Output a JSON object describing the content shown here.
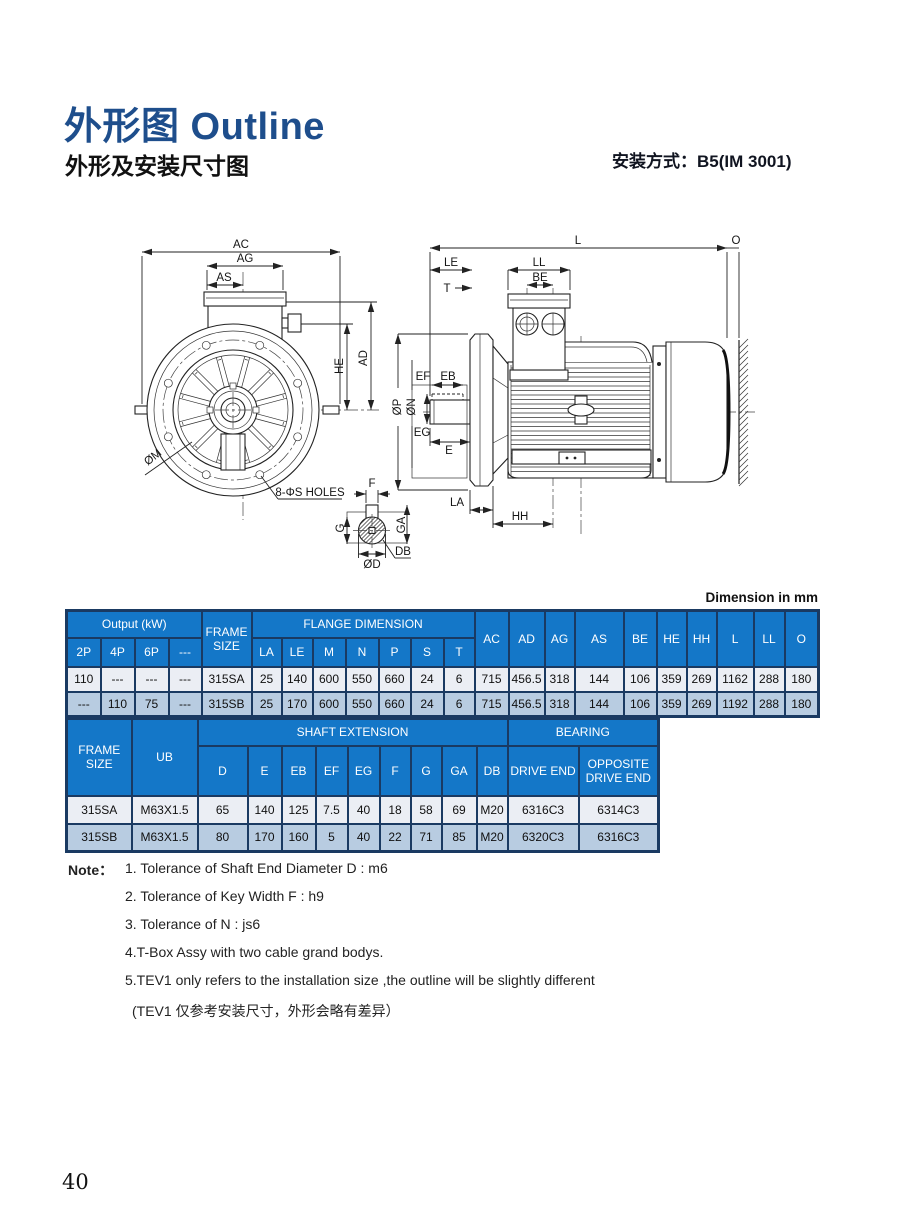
{
  "header": {
    "title": "外形图 Outline",
    "subtitle": "外形及安装尺寸图",
    "mounting": "安装方式：B5(IM 3001)"
  },
  "misc": {
    "dimension_note": "Dimension  in  mm",
    "page_number": "40"
  },
  "drawing": {
    "front": {
      "ac": "AC",
      "ag": "AG",
      "as": "AS",
      "he": "HE",
      "ad": "AD",
      "om": "ØM",
      "holes": "8-ΦS HOLES"
    },
    "side": {
      "l": "L",
      "o": "O",
      "le": "LE",
      "t": "T",
      "ll": "LL",
      "be": "BE",
      "op": "ØP",
      "on": "ØN",
      "ef": "EF",
      "eb": "EB",
      "eg": "EG",
      "e": "E",
      "la": "LA",
      "hh": "HH"
    },
    "shaft": {
      "f": "F",
      "g": "G",
      "ga": "GA",
      "od": "ØD",
      "db": "DB"
    }
  },
  "table1": {
    "groups": {
      "output": "Output (kW)",
      "frame": "FRAME SIZE",
      "flange": "FLANGE DIMENSION"
    },
    "sub": [
      "2P",
      "4P",
      "6P",
      "---",
      "LA",
      "LE",
      "M",
      "N",
      "P",
      "S",
      "T"
    ],
    "right": [
      "AC",
      "AD",
      "AG",
      "AS",
      "BE",
      "HE",
      "HH",
      "L",
      "LL",
      "O"
    ],
    "rows": [
      [
        "110",
        "---",
        "---",
        "---",
        "315SA",
        "25",
        "140",
        "600",
        "550",
        "660",
        "24",
        "6",
        "715",
        "456.5",
        "318",
        "144",
        "106",
        "359",
        "269",
        "1162",
        "288",
        "180"
      ],
      [
        "---",
        "110",
        "75",
        "---",
        "315SB",
        "25",
        "170",
        "600",
        "550",
        "660",
        "24",
        "6",
        "715",
        "456.5",
        "318",
        "144",
        "106",
        "359",
        "269",
        "1192",
        "288",
        "180"
      ]
    ]
  },
  "table2": {
    "groups": {
      "frame": "FRAME SIZE",
      "ub": "UB",
      "shaft": "SHAFT EXTENSION",
      "bearing": "BEARING"
    },
    "sub": [
      "D",
      "E",
      "EB",
      "EF",
      "EG",
      "F",
      "G",
      "GA",
      "DB"
    ],
    "bearing_cols": [
      "DRIVE END",
      "OPPOSITE DRIVE END"
    ],
    "rows": [
      [
        "315SA",
        "M63X1.5",
        "65",
        "140",
        "125",
        "7.5",
        "40",
        "18",
        "58",
        "69",
        "M20",
        "6316C3",
        "6314C3"
      ],
      [
        "315SB",
        "M63X1.5",
        "80",
        "170",
        "160",
        "5",
        "40",
        "22",
        "71",
        "85",
        "M20",
        "6320C3",
        "6316C3"
      ]
    ]
  },
  "notes": {
    "label": "Note：",
    "items": [
      "1. Tolerance  of  Shaft  End  Diameter   D : m6",
      "2. Tolerance  of  Key  Width   F : h9",
      "3. Tolerance  of  N : js6",
      "4.T-Box Assy with two cable grand bodys.",
      "5.TEV1 only refers  to the installation size ,the outline will be slightly different",
      "(TEV1 仅参考安装尺寸，外形会略有差异）"
    ]
  }
}
